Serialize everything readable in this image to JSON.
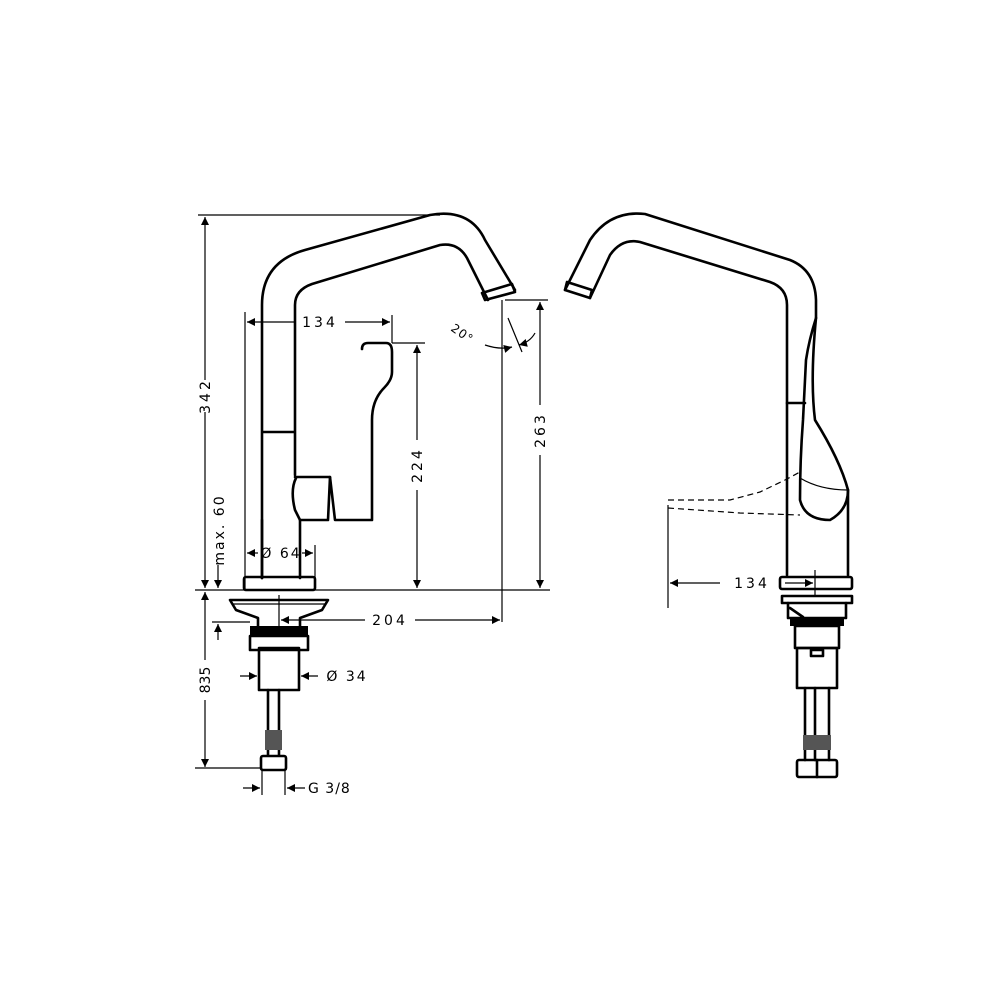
{
  "drawing": {
    "front_view": {
      "dimensions": {
        "total_height": "342",
        "spout_reach": "134",
        "lever_height": "224",
        "spout_outlet_height": "263",
        "max_counter_thickness": "max. 60",
        "base_diameter": "Ø 64",
        "center_to_spout": "204",
        "shank_diameter": "Ø 34",
        "hose_length": "835",
        "connection_thread": "G 3/8",
        "spout_angle": "20°"
      }
    },
    "side_view": {
      "dimensions": {
        "lever_swing": "134"
      }
    }
  }
}
